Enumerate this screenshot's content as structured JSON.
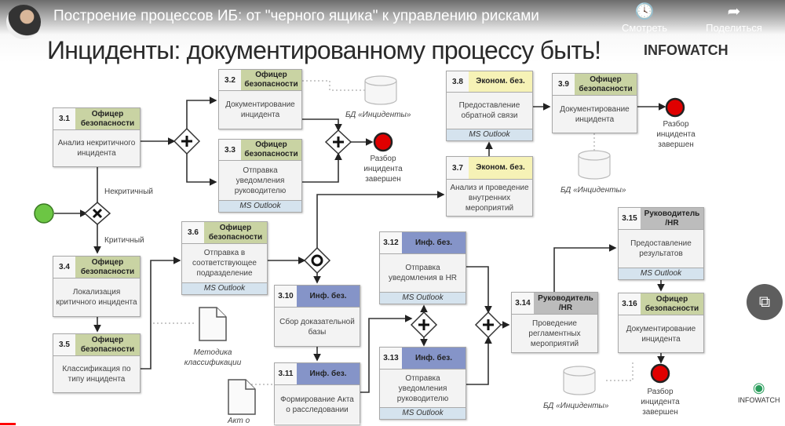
{
  "video": {
    "title": "Построение процессов ИБ: от \"черного ящика\" к управлению рисками",
    "watch_later_label": "Смотреть",
    "share_label": "Поделиться",
    "progress_fraction": 0.02
  },
  "slide": {
    "title": "Инциденты: документированному процессу быть!",
    "brand": "INFOWATCH",
    "colors": {
      "officer": "#c9d3a3",
      "econ": "#f6f2b6",
      "inf": "#8594c8",
      "manager": "#bcbcbc",
      "tool": "#d5e3ee",
      "start": "#6cc644",
      "end": "#e00000"
    }
  },
  "tasks": [
    {
      "id": "3.1",
      "role": "Офицер безопасности",
      "kind": "officer",
      "text": "Анализ некритичного инцидента"
    },
    {
      "id": "3.2",
      "role": "Офицер безопасности",
      "kind": "officer",
      "text": "Документирование инцидента"
    },
    {
      "id": "3.3",
      "role": "Офицер безопасности",
      "kind": "officer",
      "text": "Отправка уведомления руководителю",
      "tool": "MS Outlook"
    },
    {
      "id": "3.4",
      "role": "Офицер безопасности",
      "kind": "officer",
      "text": "Локализация критичного инцидента"
    },
    {
      "id": "3.5",
      "role": "Офицер безопасности",
      "kind": "officer",
      "text": "Классификация по типу инцидента"
    },
    {
      "id": "3.6",
      "role": "Офицер безопасности",
      "kind": "officer",
      "text": "Отправка в соответствующее подразделение",
      "tool": "MS Outlook"
    },
    {
      "id": "3.7",
      "role": "Эконом. без.",
      "kind": "econ",
      "text": "Анализ и проведение внутренних мероприятий"
    },
    {
      "id": "3.8",
      "role": "Эконом. без.",
      "kind": "econ",
      "text": "Предоставление обратной связи",
      "tool": "MS Outlook"
    },
    {
      "id": "3.9",
      "role": "Офицер безопасности",
      "kind": "officer",
      "text": "Документирование инцидента"
    },
    {
      "id": "3.10",
      "role": "Инф. без.",
      "kind": "inf",
      "text": "Сбор доказательной базы"
    },
    {
      "id": "3.11",
      "role": "Инф. без.",
      "kind": "inf",
      "text": "Формирование Акта о расследовании"
    },
    {
      "id": "3.12",
      "role": "Инф. без.",
      "kind": "inf",
      "text": "Отправка уведомления в HR",
      "tool": "MS Outlook"
    },
    {
      "id": "3.13",
      "role": "Инф. без.",
      "kind": "inf",
      "text": "Отправка уведомления руководителю",
      "tool": "MS Outlook"
    },
    {
      "id": "3.14",
      "role": "Руководитель /HR",
      "kind": "manager",
      "text": "Проведение регламентных мероприятий"
    },
    {
      "id": "3.15",
      "role": "Руководитель /HR",
      "kind": "manager",
      "text": "Предоставление результатов",
      "tool": "MS Outlook"
    },
    {
      "id": "3.16",
      "role": "Офицер безопасности",
      "kind": "officer",
      "text": "Документирование инцидента"
    }
  ],
  "labels": {
    "noncritical": "Некритичный",
    "critical": "Критичный",
    "end1": "Разбор инцидента завершен",
    "end2": "Разбор инцидента завершен",
    "end3": "Разбор инцидента завершен",
    "db1": "БД «Инциденты»",
    "db2": "БД «Инциденты»",
    "db3": "БД «Инциденты»",
    "doc1": "Методика классификации",
    "doc2": "Акт о"
  }
}
